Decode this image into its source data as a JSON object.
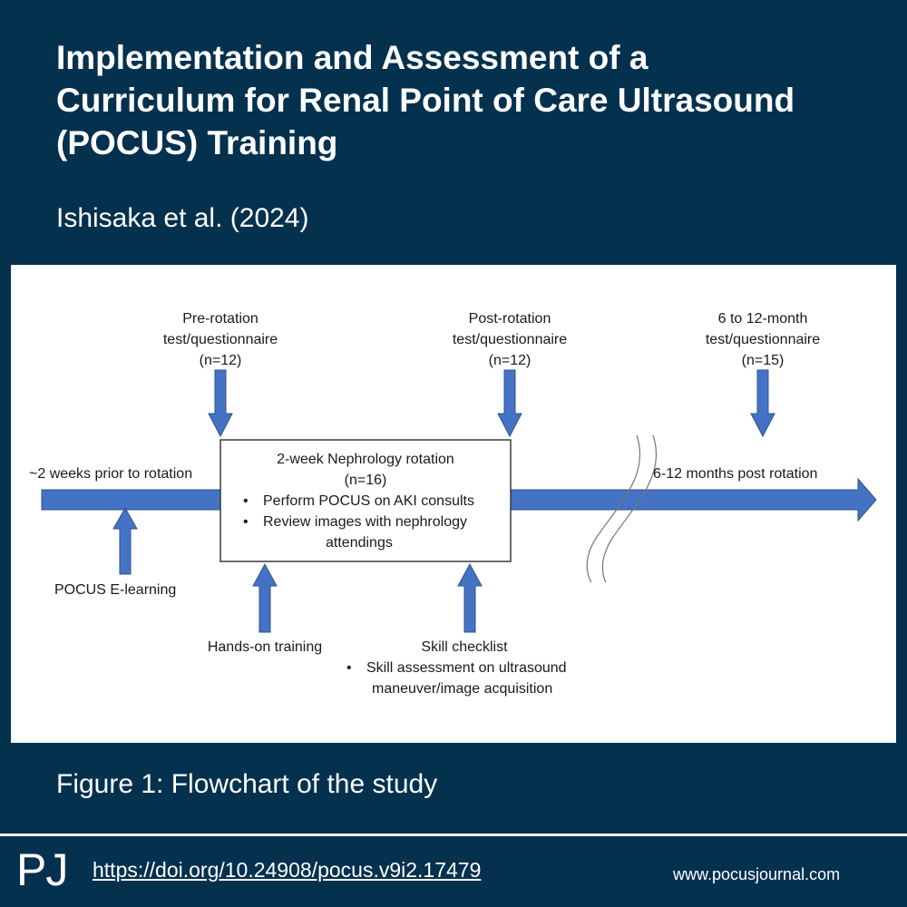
{
  "header": {
    "title_lines": [
      "Implementation and Assessment of a",
      "Curriculum for Renal Point of Care Ultrasound",
      "(POCUS) Training"
    ],
    "authors": "Ishisaka et al. (2024)"
  },
  "diagram": {
    "pre_rotation": [
      "Pre-rotation",
      "test/questionnaire",
      "(n=12)"
    ],
    "post_rotation": [
      "Post-rotation",
      "test/questionnaire",
      "(n=12)"
    ],
    "followup": [
      "6 to 12-month",
      "test/questionnaire",
      "(n=15)"
    ],
    "timeline_start": "~2 weeks prior to rotation",
    "timeline_end": "6-12 months post rotation",
    "rotation_box": {
      "title": "2-week Nephrology rotation",
      "n": "(n=16)",
      "bullets": [
        "Perform POCUS on AKI consults",
        "Review images with nephrology",
        "attendings"
      ]
    },
    "elearning": "POCUS E-learning",
    "hands_on": "Hands-on training",
    "skill_checklist": "Skill checklist",
    "skill_bullet": [
      "Skill assessment on ultrasound",
      "maneuver/image acquisition"
    ],
    "bullet_char": "•",
    "arrow_color": "#4472c4",
    "arrow_stroke": "#2f528f"
  },
  "caption": "Figure 1: Flowchart of the study",
  "footer": {
    "logo": "PJ",
    "doi": "https://doi.org/10.24908/pocus.v9i2.17479",
    "site": "www.pocusjournal.com"
  }
}
